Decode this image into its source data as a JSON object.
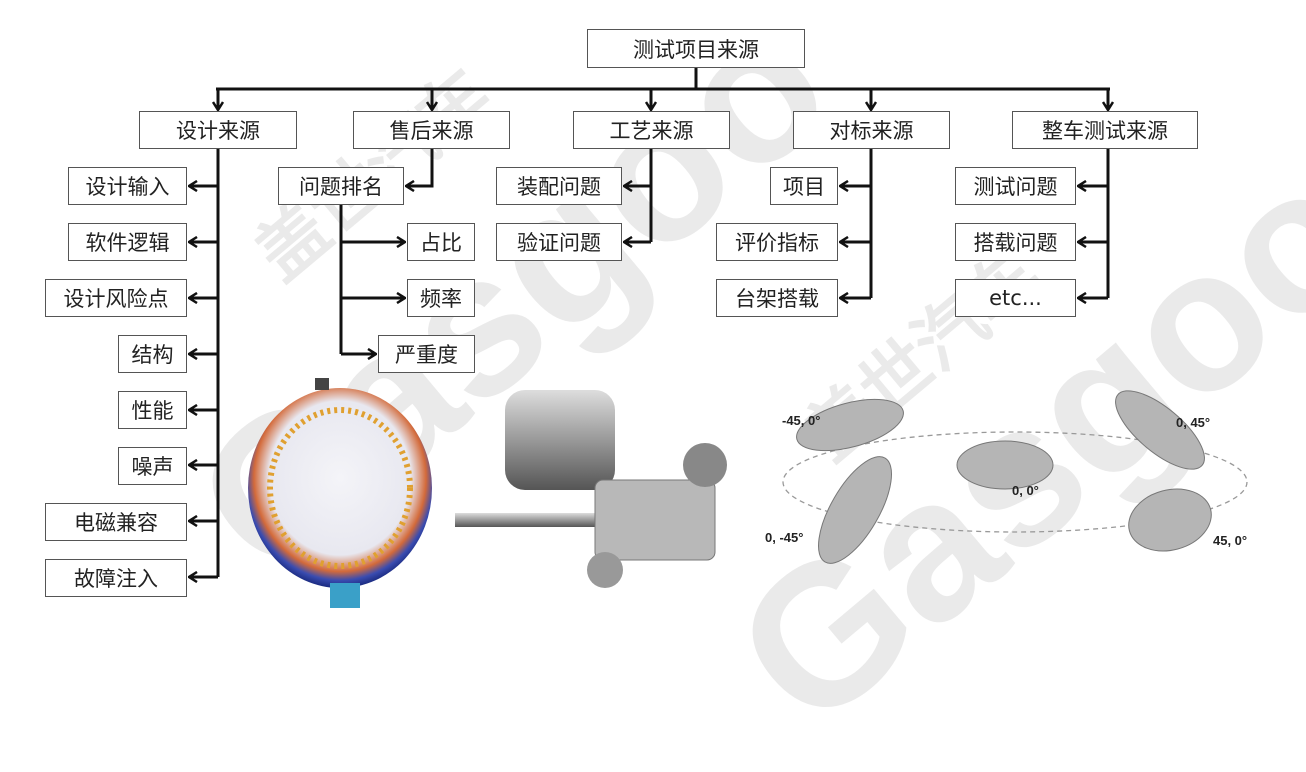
{
  "root": "测试项目来源",
  "sources": [
    {
      "label": "设计来源",
      "children": [
        "设计输入",
        "软件逻辑",
        "设计风险点",
        "结构",
        "性能",
        "噪声",
        "电磁兼容",
        "故障注入"
      ]
    },
    {
      "label": "售后来源",
      "children": [
        "问题排名"
      ],
      "sub": [
        "占比",
        "频率",
        "严重度"
      ]
    },
    {
      "label": "工艺来源",
      "children": [
        "装配问题",
        "验证问题"
      ]
    },
    {
      "label": "对标来源",
      "children": [
        "项目",
        "评价指标",
        "台架搭载"
      ]
    },
    {
      "label": "整车测试来源",
      "children": [
        "测试问题",
        "搭载问题",
        "etc..."
      ]
    }
  ],
  "car_angles": [
    "-45, 0°",
    "0, 45°",
    "0, 0°",
    "0, -45°",
    "45, 0°"
  ],
  "watermark": {
    "cn": "盖世汽车",
    "en": "Gasgoo"
  }
}
